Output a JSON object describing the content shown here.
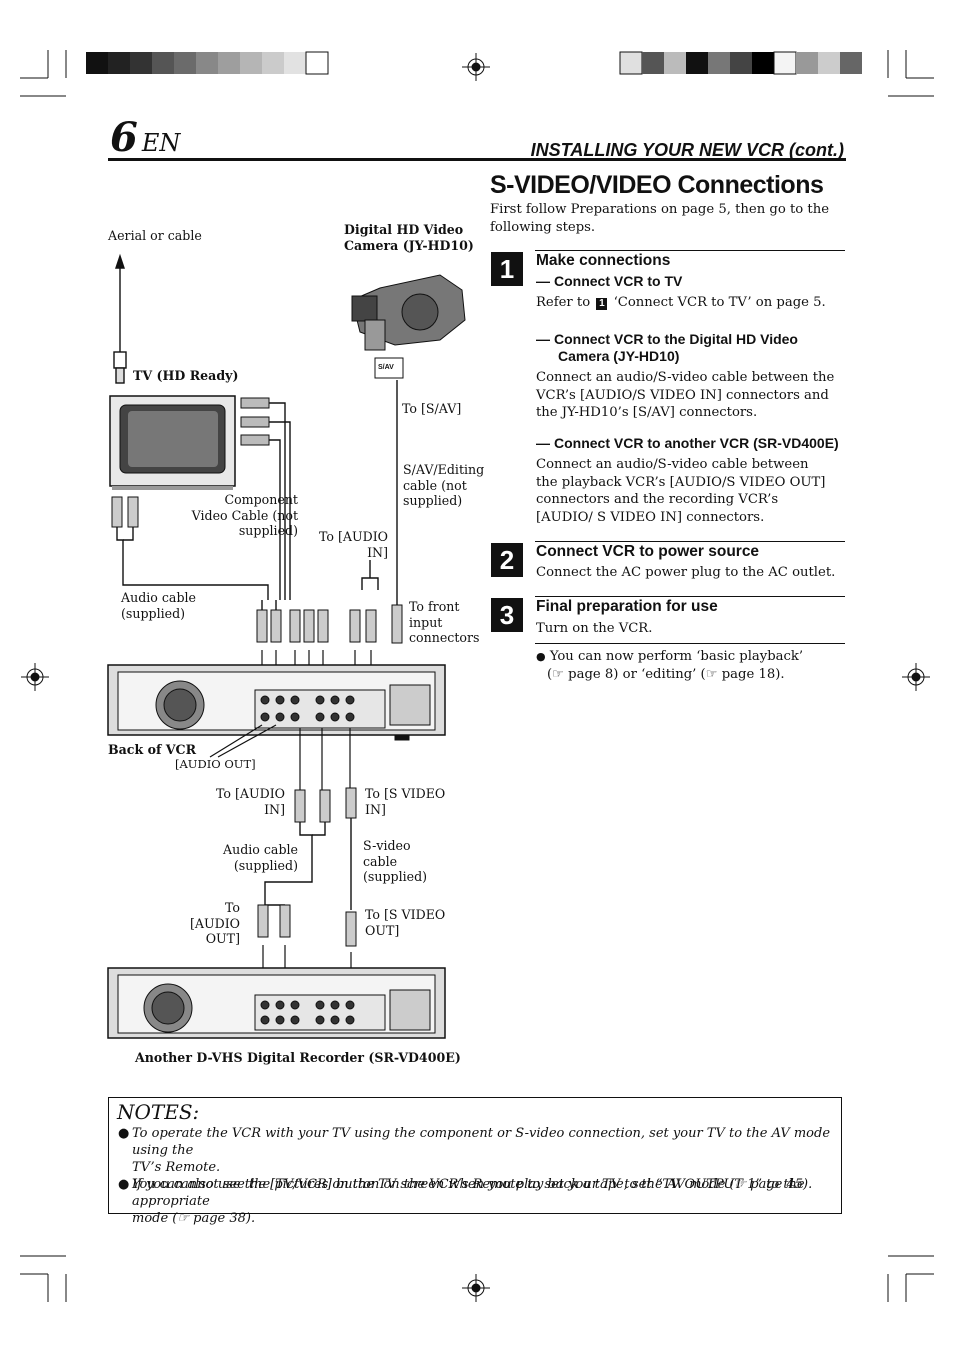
{
  "header": {
    "page_number": "6",
    "lang": "EN",
    "section": "INSTALLING YOUR NEW VCR (cont.)"
  },
  "title": "S-VIDEO/VIDEO Connections",
  "intro": "First follow Preparations on page 5, then go to the following steps.",
  "steps": [
    {
      "number": "1",
      "heading": "Make connections",
      "subs": [
        {
          "heading": "Connect VCR to TV",
          "text_prefix": "Refer to",
          "ref_box": "1",
          "text_suffix": "‘Connect VCR to TV’ on page 5."
        },
        {
          "heading_l1": "Connect VCR to the Digital HD Video",
          "heading_l2": "Camera (JY-HD10)",
          "text": "Connect an audio/S-video cable between the VCR’s [AUDIO/S VIDEO IN] connectors and the JY-HD10’s [S/AV] connectors."
        },
        {
          "heading": "Connect VCR to another VCR (SR-VD400E)",
          "text": "Connect an audio/S-video cable between the playback VCR’s [AUDIO/S VIDEO OUT] connectors and the recording VCR’s [AUDIO/ S VIDEO IN] connectors."
        }
      ]
    },
    {
      "number": "2",
      "heading": "Connect VCR to power source",
      "text": "Connect the AC power plug to the AC outlet."
    },
    {
      "number": "3",
      "heading": "Final preparation for use",
      "text": "Turn on the VCR.",
      "bullet_l1": "You can now perform ‘basic playback’",
      "bullet_l2": "(☞ page 8) or ‘editing’ (☞ page 18)."
    }
  ],
  "diagram": {
    "aerial": "Aerial or cable",
    "camera_l1": "Digital HD Video",
    "camera_l2": "Camera (JY-HD10)",
    "tv": "TV (HD Ready)",
    "to_sav": "To [S/AV]",
    "sav_cable_l1": "S/AV/Editing",
    "sav_cable_l2": "cable (not",
    "sav_cable_l3": "supplied)",
    "component_l1": "Component",
    "component_l2": "Video Cable (not",
    "component_l3": "supplied)",
    "to_audio_in_a_l1": "To [AUDIO",
    "to_audio_in_a_l2": "IN]",
    "audio_cable_a_l1": "Audio cable",
    "audio_cable_a_l2": "(supplied)",
    "front_l1": "To front",
    "front_l2": "input",
    "front_l3": "connectors",
    "back_vcr": "Back of VCR",
    "audio_out": "[AUDIO OUT]",
    "to_audio_in_b_l1": "To [AUDIO",
    "to_audio_in_b_l2": "IN]",
    "to_svideo_in_l1": "To [S VIDEO",
    "to_svideo_in_l2": "IN]",
    "audio_cable_b_l1": "Audio cable",
    "audio_cable_b_l2": "(supplied)",
    "svideo_cable_l1": "S-video",
    "svideo_cable_l2": "cable",
    "svideo_cable_l3": "(supplied)",
    "to_audio_out_l1": "To",
    "to_audio_out_l2": "[AUDIO",
    "to_audio_out_l3": "OUT]",
    "to_svideo_out_l1": "To [S VIDEO",
    "to_svideo_out_l2": "OUT]",
    "recorder": "Another D-VHS Digital Recorder (SR-VD400E)",
    "camera_jack": "S/AV"
  },
  "notes": {
    "title": "NOTES:",
    "items": [
      {
        "l1": "To operate the VCR with your TV using the component or S-video connection, set your TV to the AV mode using the",
        "l2": "TV’s Remote.",
        "l3": "You can also use the [TV/VCR] button on the VCR’s Remote to set your TV to the AV mode (☞ page 45)."
      },
      {
        "l1": "If you cannot see the pictures on the TV screen when you play back a tape, set “TV OUTPUT 1” to the appropriate",
        "l2": "mode (☞ page 38)."
      }
    ]
  },
  "colors": {
    "text": "#111111",
    "background": "#ffffff"
  }
}
